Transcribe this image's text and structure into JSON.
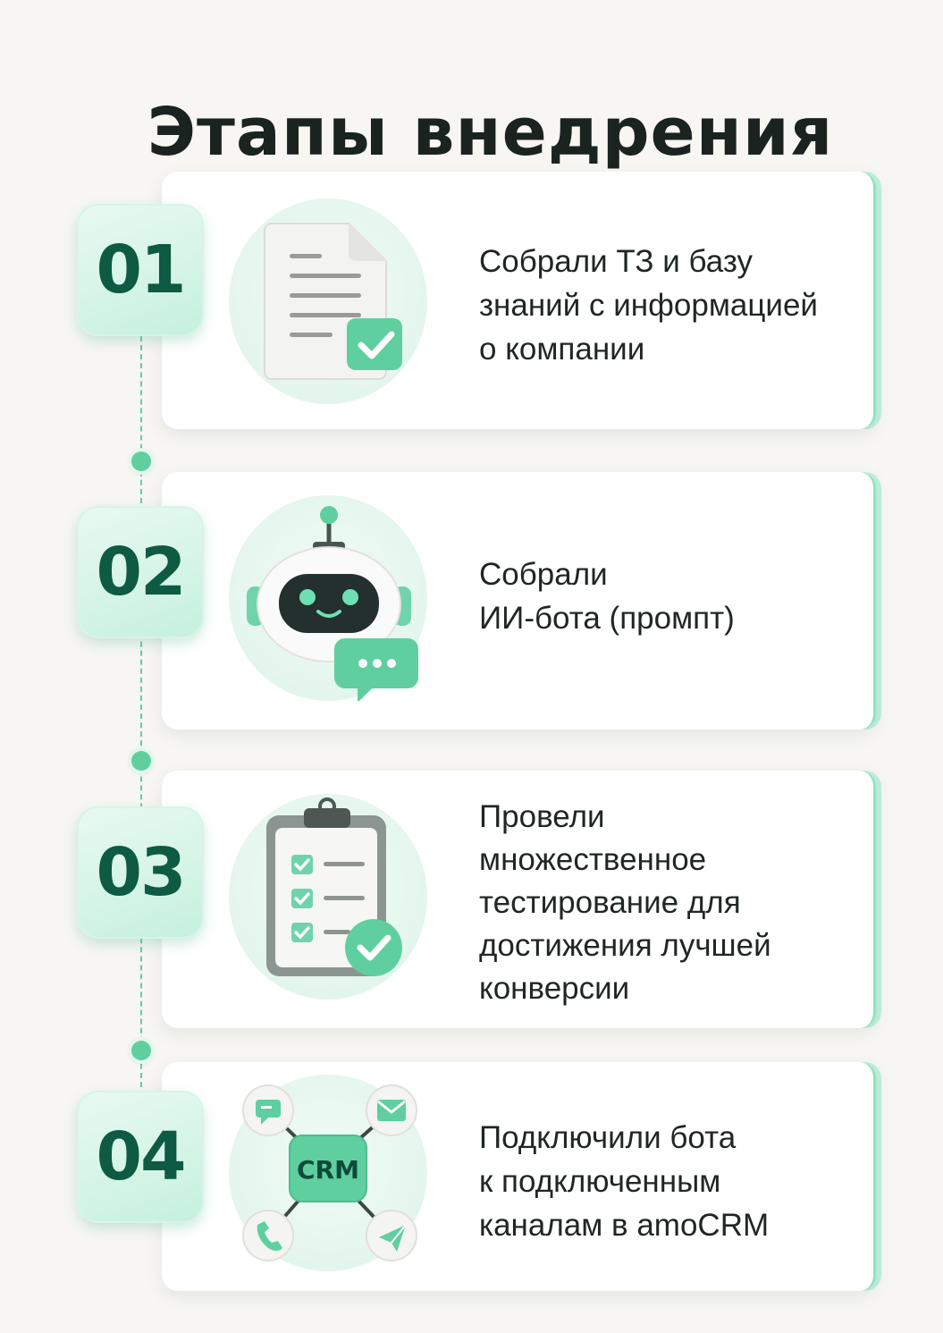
{
  "title": "Этапы внедрения",
  "steps": [
    {
      "number": "01",
      "icon": "document-check-icon",
      "text": "Собрали ТЗ и базу\nзнаний с информацией\nо компании"
    },
    {
      "number": "02",
      "icon": "robot-chat-icon",
      "text": "Собрали\nИИ-бота (промпт)"
    },
    {
      "number": "03",
      "icon": "clipboard-checklist-icon",
      "text": "Провели\nмножественное\nтестирование для\nдостижения лучшей\nконверсии"
    },
    {
      "number": "04",
      "icon": "crm-network-icon",
      "crm_label": "CRM",
      "text": "Подключили бота\nк подключенным\nканалам в amoCRM"
    }
  ],
  "colors": {
    "accent": "#5fcf9f",
    "badge_text": "#0e5a43",
    "background": "#f7f6f2"
  }
}
